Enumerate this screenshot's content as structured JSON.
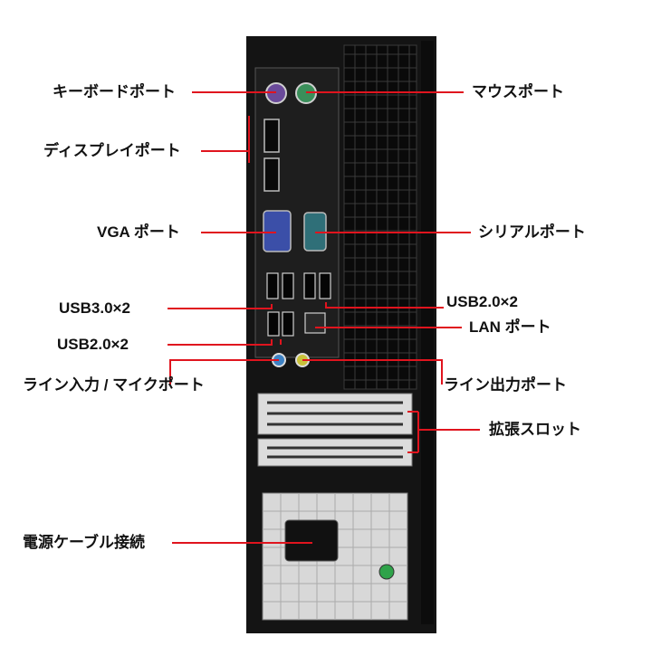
{
  "labels": {
    "keyboard_port": "キーボードポート",
    "display_port": "ディスプレイポート",
    "vga_port": "VGA ポート",
    "usb3_x2": "USB3.0×2",
    "usb2_x2_left": "USB2.0×2",
    "line_in_mic": "ライン入力 / マイクポート",
    "power_cable": "電源ケーブル接続",
    "mouse_port": "マウスポート",
    "serial_port": "シリアルポート",
    "usb2_x2_right": "USB2.0×2",
    "lan_port": "LAN ポート",
    "line_out": "ライン出力ポート",
    "expansion_slot": "拡張スロット"
  },
  "colors": {
    "pointer": "#e0141e",
    "chassis": "#141414",
    "panel": "#1e1e1e",
    "serial_connector": "#2f6f78",
    "vga_connector": "#3b4fa8",
    "mouse_ps2": "#3a8f5a",
    "keyboard_ps2": "#6a4a9a",
    "line_in_jack": "#3e82c4",
    "line_out_jack": "#c9c23a"
  }
}
